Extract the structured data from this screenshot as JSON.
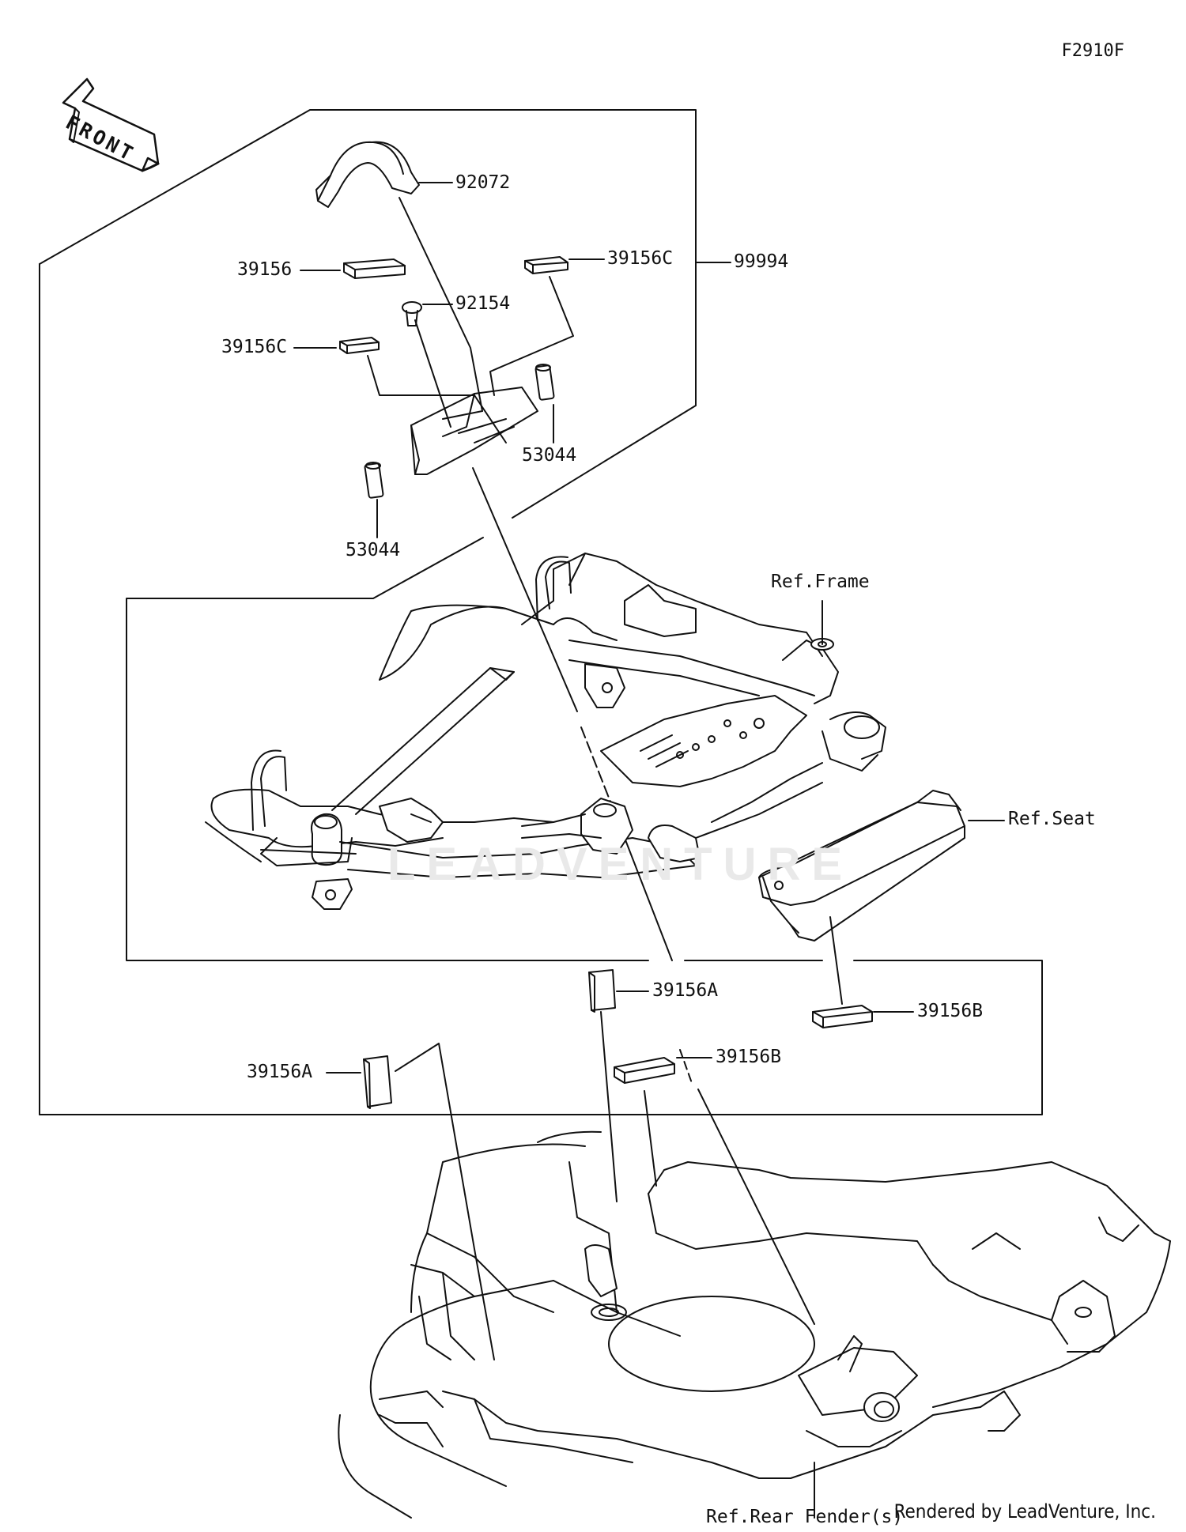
{
  "figure_code": "F2910F",
  "front_label": "FRONT",
  "watermark": "LEADVENTURE",
  "credit": "Rendered by LeadVenture, Inc.",
  "callouts": {
    "p92072": "92072",
    "p39156": "39156",
    "p39156c_right": "39156C",
    "p99994": "99994",
    "p92154": "92154",
    "p39156c_left": "39156C",
    "p53044_right": "53044",
    "p53044_left": "53044",
    "ref_frame": "Ref.Frame",
    "ref_seat": "Ref.Seat",
    "p39156a_center": "39156A",
    "p39156b_right": "39156B",
    "p39156a_left": "39156A",
    "p39156b_center": "39156B",
    "ref_rear_fender": "Ref.Rear Fender(s)"
  }
}
